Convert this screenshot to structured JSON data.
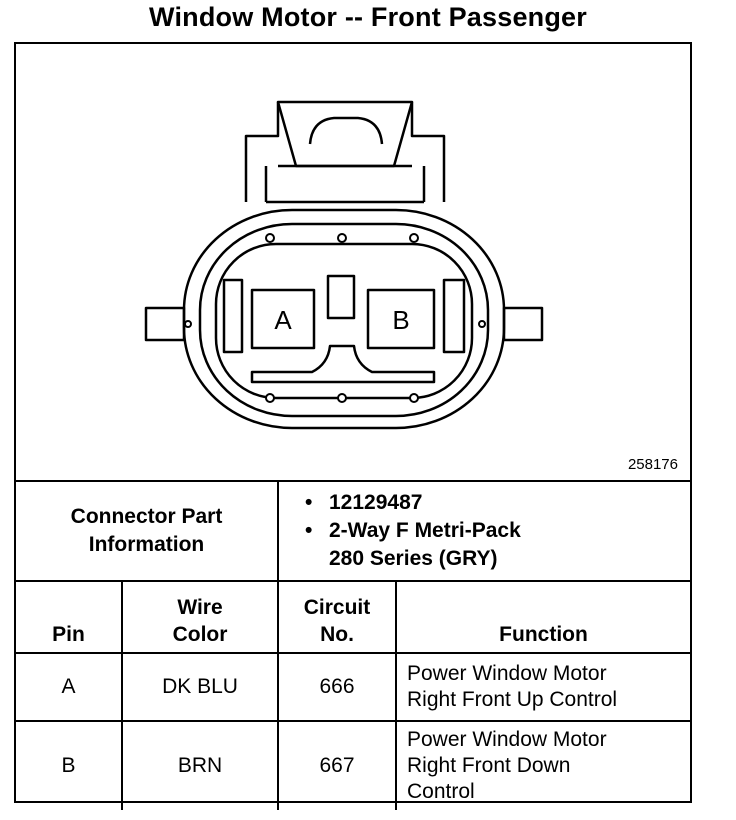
{
  "title": "Window Motor -- Front Passenger",
  "figure": {
    "figure_id": "258176",
    "pin_labels": [
      "A",
      "B"
    ]
  },
  "connector_info": {
    "label_line1": "Connector Part",
    "label_line2": "Information",
    "items": [
      "12129487",
      "2-Way F Metri-Pack",
      "280 Series (GRY)"
    ]
  },
  "table": {
    "headers": {
      "pin": "Pin",
      "wire_color_line1": "Wire",
      "wire_color_line2": "Color",
      "circuit_line1": "Circuit",
      "circuit_line2": "No.",
      "function": "Function"
    },
    "rows": [
      {
        "pin": "A",
        "wire_color": "DK BLU",
        "circuit": "666",
        "function_lines": [
          "Power Window Motor",
          "Right Front Up Control"
        ]
      },
      {
        "pin": "B",
        "wire_color": "BRN",
        "circuit": "667",
        "function_lines": [
          "Power Window Motor",
          "Right Front Down",
          "Control"
        ]
      }
    ]
  }
}
